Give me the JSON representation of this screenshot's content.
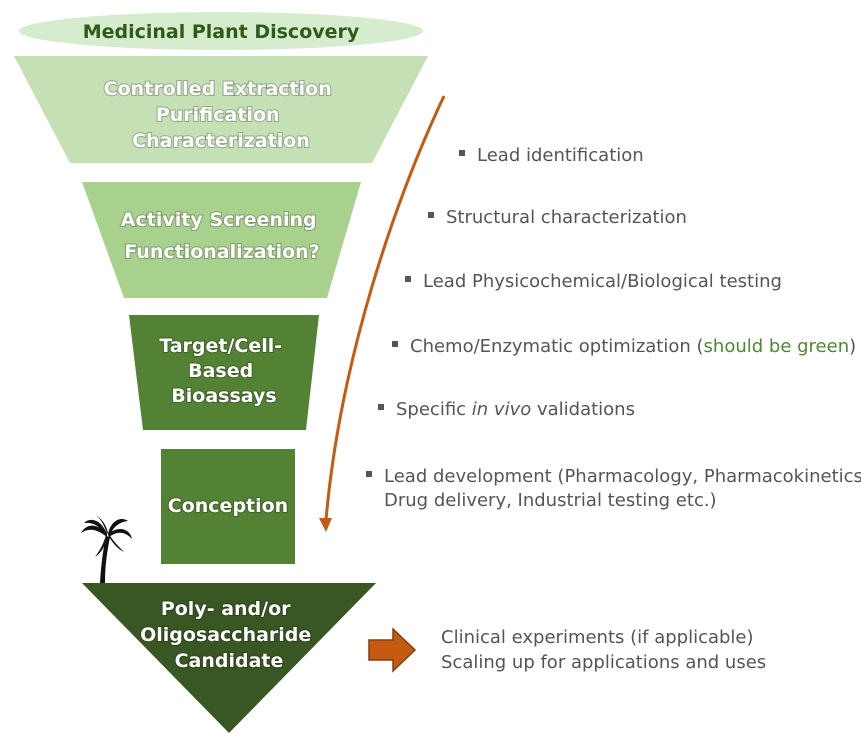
{
  "colors": {
    "ellipse": "#d6ecce",
    "stage1": "#c5e0b4",
    "stage2": "#a9d18e",
    "stage3": "#548235",
    "stage4": "#548235",
    "stage5": "#385723",
    "arrow": "#c55a11",
    "text_gray": "#555555",
    "green_note": "#4c8a2c"
  },
  "title": "Medicinal Plant Discovery",
  "stages": [
    {
      "lines": [
        "Controlled Extraction",
        "Purification",
        "Characterization"
      ]
    },
    {
      "lines": [
        "Activity Screening",
        "Functionalization?"
      ]
    },
    {
      "lines": [
        "Target/Cell-",
        "Based",
        "Bioassays"
      ]
    },
    {
      "lines": [
        "Conception"
      ]
    },
    {
      "lines": [
        "Poly- and/or",
        "Oligosaccharide",
        "Candidate"
      ]
    }
  ],
  "bullets": [
    {
      "text": "Lead identification"
    },
    {
      "text": "Structural characterization"
    },
    {
      "text": "Lead Physicochemical/Biological testing"
    },
    {
      "text": "Chemo/Enzymatic optimization (",
      "green": "should be green",
      "after": ")"
    },
    {
      "before": "Specific ",
      "italic": "in vivo",
      "after": " validations"
    },
    {
      "line1": "Lead development (Pharmacology, Pharmacokinetics,",
      "line2": "Drug delivery, Industrial testing etc.)"
    }
  ],
  "outcome": {
    "line1": "Clinical experiments (if applicable)",
    "line2": "Scaling up for applications and uses"
  },
  "icons": {
    "tree": "palm-tree-icon",
    "arrow": "right-arrow-icon",
    "curve": "curved-arrow"
  }
}
